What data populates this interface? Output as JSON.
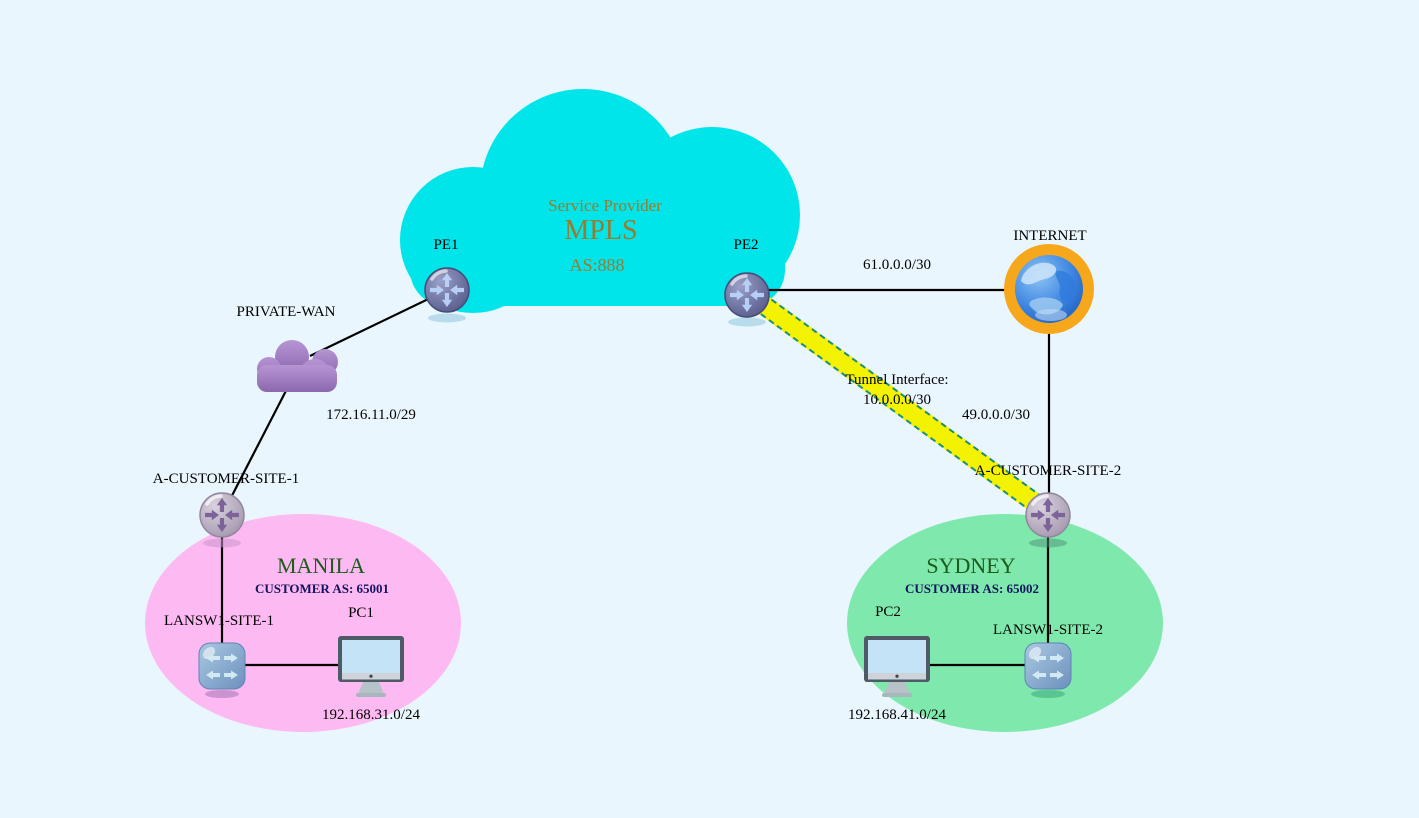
{
  "diagram": {
    "provider_cloud": {
      "title": "Service Provider",
      "technology": "MPLS",
      "asn": "AS:888"
    },
    "devices": {
      "pe1": "PE1",
      "pe2": "PE2",
      "internet": "INTERNET",
      "private_wan": "PRIVATE-WAN",
      "site1_router": "A-CUSTOMER-SITE-1",
      "site2_router": "A-CUSTOMER-SITE-2",
      "switch1": "LANSW1-SITE-1",
      "switch2": "LANSW1-SITE-2",
      "pc1": "PC1",
      "pc2": "PC2"
    },
    "links": {
      "pe2_internet_subnet": "61.0.0.0/30",
      "wan_site1_subnet": "172.16.11.0/29",
      "internet_site2_subnet": "49.0.0.0/30",
      "tunnel_title": "Tunnel Interface:",
      "tunnel_subnet": "10.0.0.0/30",
      "site1_lan_subnet": "192.168.31.0/24",
      "site2_lan_subnet": "192.168.41.0/24"
    },
    "sites": {
      "manila": {
        "name": "MANILA",
        "asn": "CUSTOMER AS: 65001"
      },
      "sydney": {
        "name": "SYDNEY",
        "asn": "CUSTOMER AS: 65002"
      }
    },
    "colors": {
      "background": "#eaf6fd",
      "mpls_cloud": "#00e5e9",
      "cloud_text": "#9a7b2e",
      "manila_ellipse": "#fdb9f1",
      "sydney_ellipse": "#7fe9ad",
      "site_name_text": "#1e5c1e",
      "tunnel_fill": "#f2f201",
      "tunnel_border": "#1b8f7d",
      "internet_ring": "#f7a71b"
    }
  }
}
